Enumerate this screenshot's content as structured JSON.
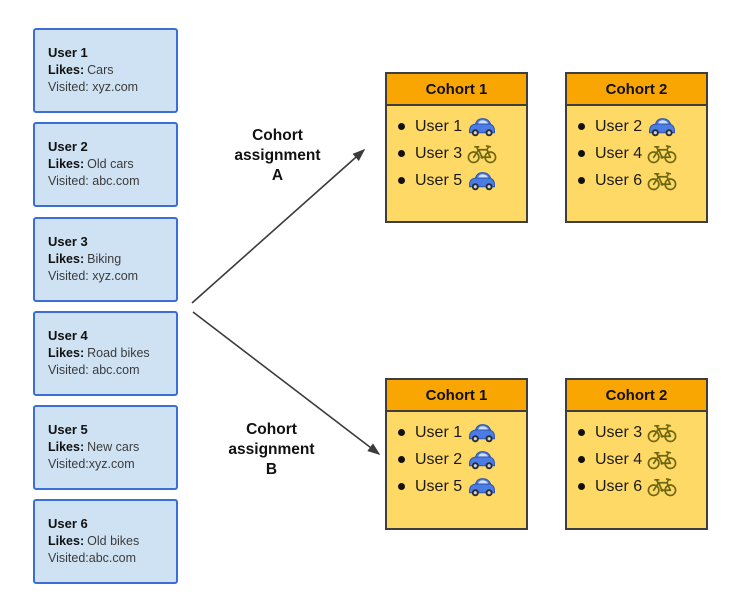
{
  "users": [
    {
      "name": "User 1",
      "likes_label": "Likes:",
      "likes": "Cars",
      "visited": "Visited: xyz.com"
    },
    {
      "name": "User 2",
      "likes_label": "Likes:",
      "likes": "Old cars",
      "visited": "Visited: abc.com"
    },
    {
      "name": "User 3",
      "likes_label": "Likes:",
      "likes": "Biking",
      "visited": "Visited: xyz.com"
    },
    {
      "name": "User 4",
      "likes_label": "Likes:",
      "likes": "Road bikes",
      "visited": "Visited: abc.com"
    },
    {
      "name": "User 5",
      "likes_label": "Likes:",
      "likes": "New cars",
      "visited": "Visited:xyz.com"
    },
    {
      "name": "User 6",
      "likes_label": "Likes:",
      "likes": "Old bikes",
      "visited": "Visited:abc.com"
    }
  ],
  "assignments": [
    {
      "label": "Cohort\nassignment\nA",
      "cohorts": [
        {
          "title": "Cohort 1",
          "members": [
            {
              "name": "User 1",
              "icon": "car"
            },
            {
              "name": "User 3",
              "icon": "bike"
            },
            {
              "name": "User 5",
              "icon": "car"
            }
          ]
        },
        {
          "title": "Cohort 2",
          "members": [
            {
              "name": "User 2",
              "icon": "car"
            },
            {
              "name": "User 4",
              "icon": "bike"
            },
            {
              "name": "User 6",
              "icon": "bike"
            }
          ]
        }
      ]
    },
    {
      "label": "Cohort\nassignment\nB",
      "cohorts": [
        {
          "title": "Cohort 1",
          "members": [
            {
              "name": "User 1",
              "icon": "car"
            },
            {
              "name": "User 2",
              "icon": "car"
            },
            {
              "name": "User 5",
              "icon": "car"
            }
          ]
        },
        {
          "title": "Cohort 2",
          "members": [
            {
              "name": "User 3",
              "icon": "bike"
            },
            {
              "name": "User 4",
              "icon": "bike"
            },
            {
              "name": "User 6",
              "icon": "bike"
            }
          ]
        }
      ]
    }
  ],
  "colors": {
    "card_fill": "#cfe2f3",
    "card_border": "#3c6fd6",
    "cohort_header": "#f9a602",
    "cohort_body": "#ffd966",
    "box_border": "#3e3e3e",
    "arrow": "#3b3b3b",
    "car_icon": "#4b7be5",
    "bike_icon": "#6d6712"
  }
}
